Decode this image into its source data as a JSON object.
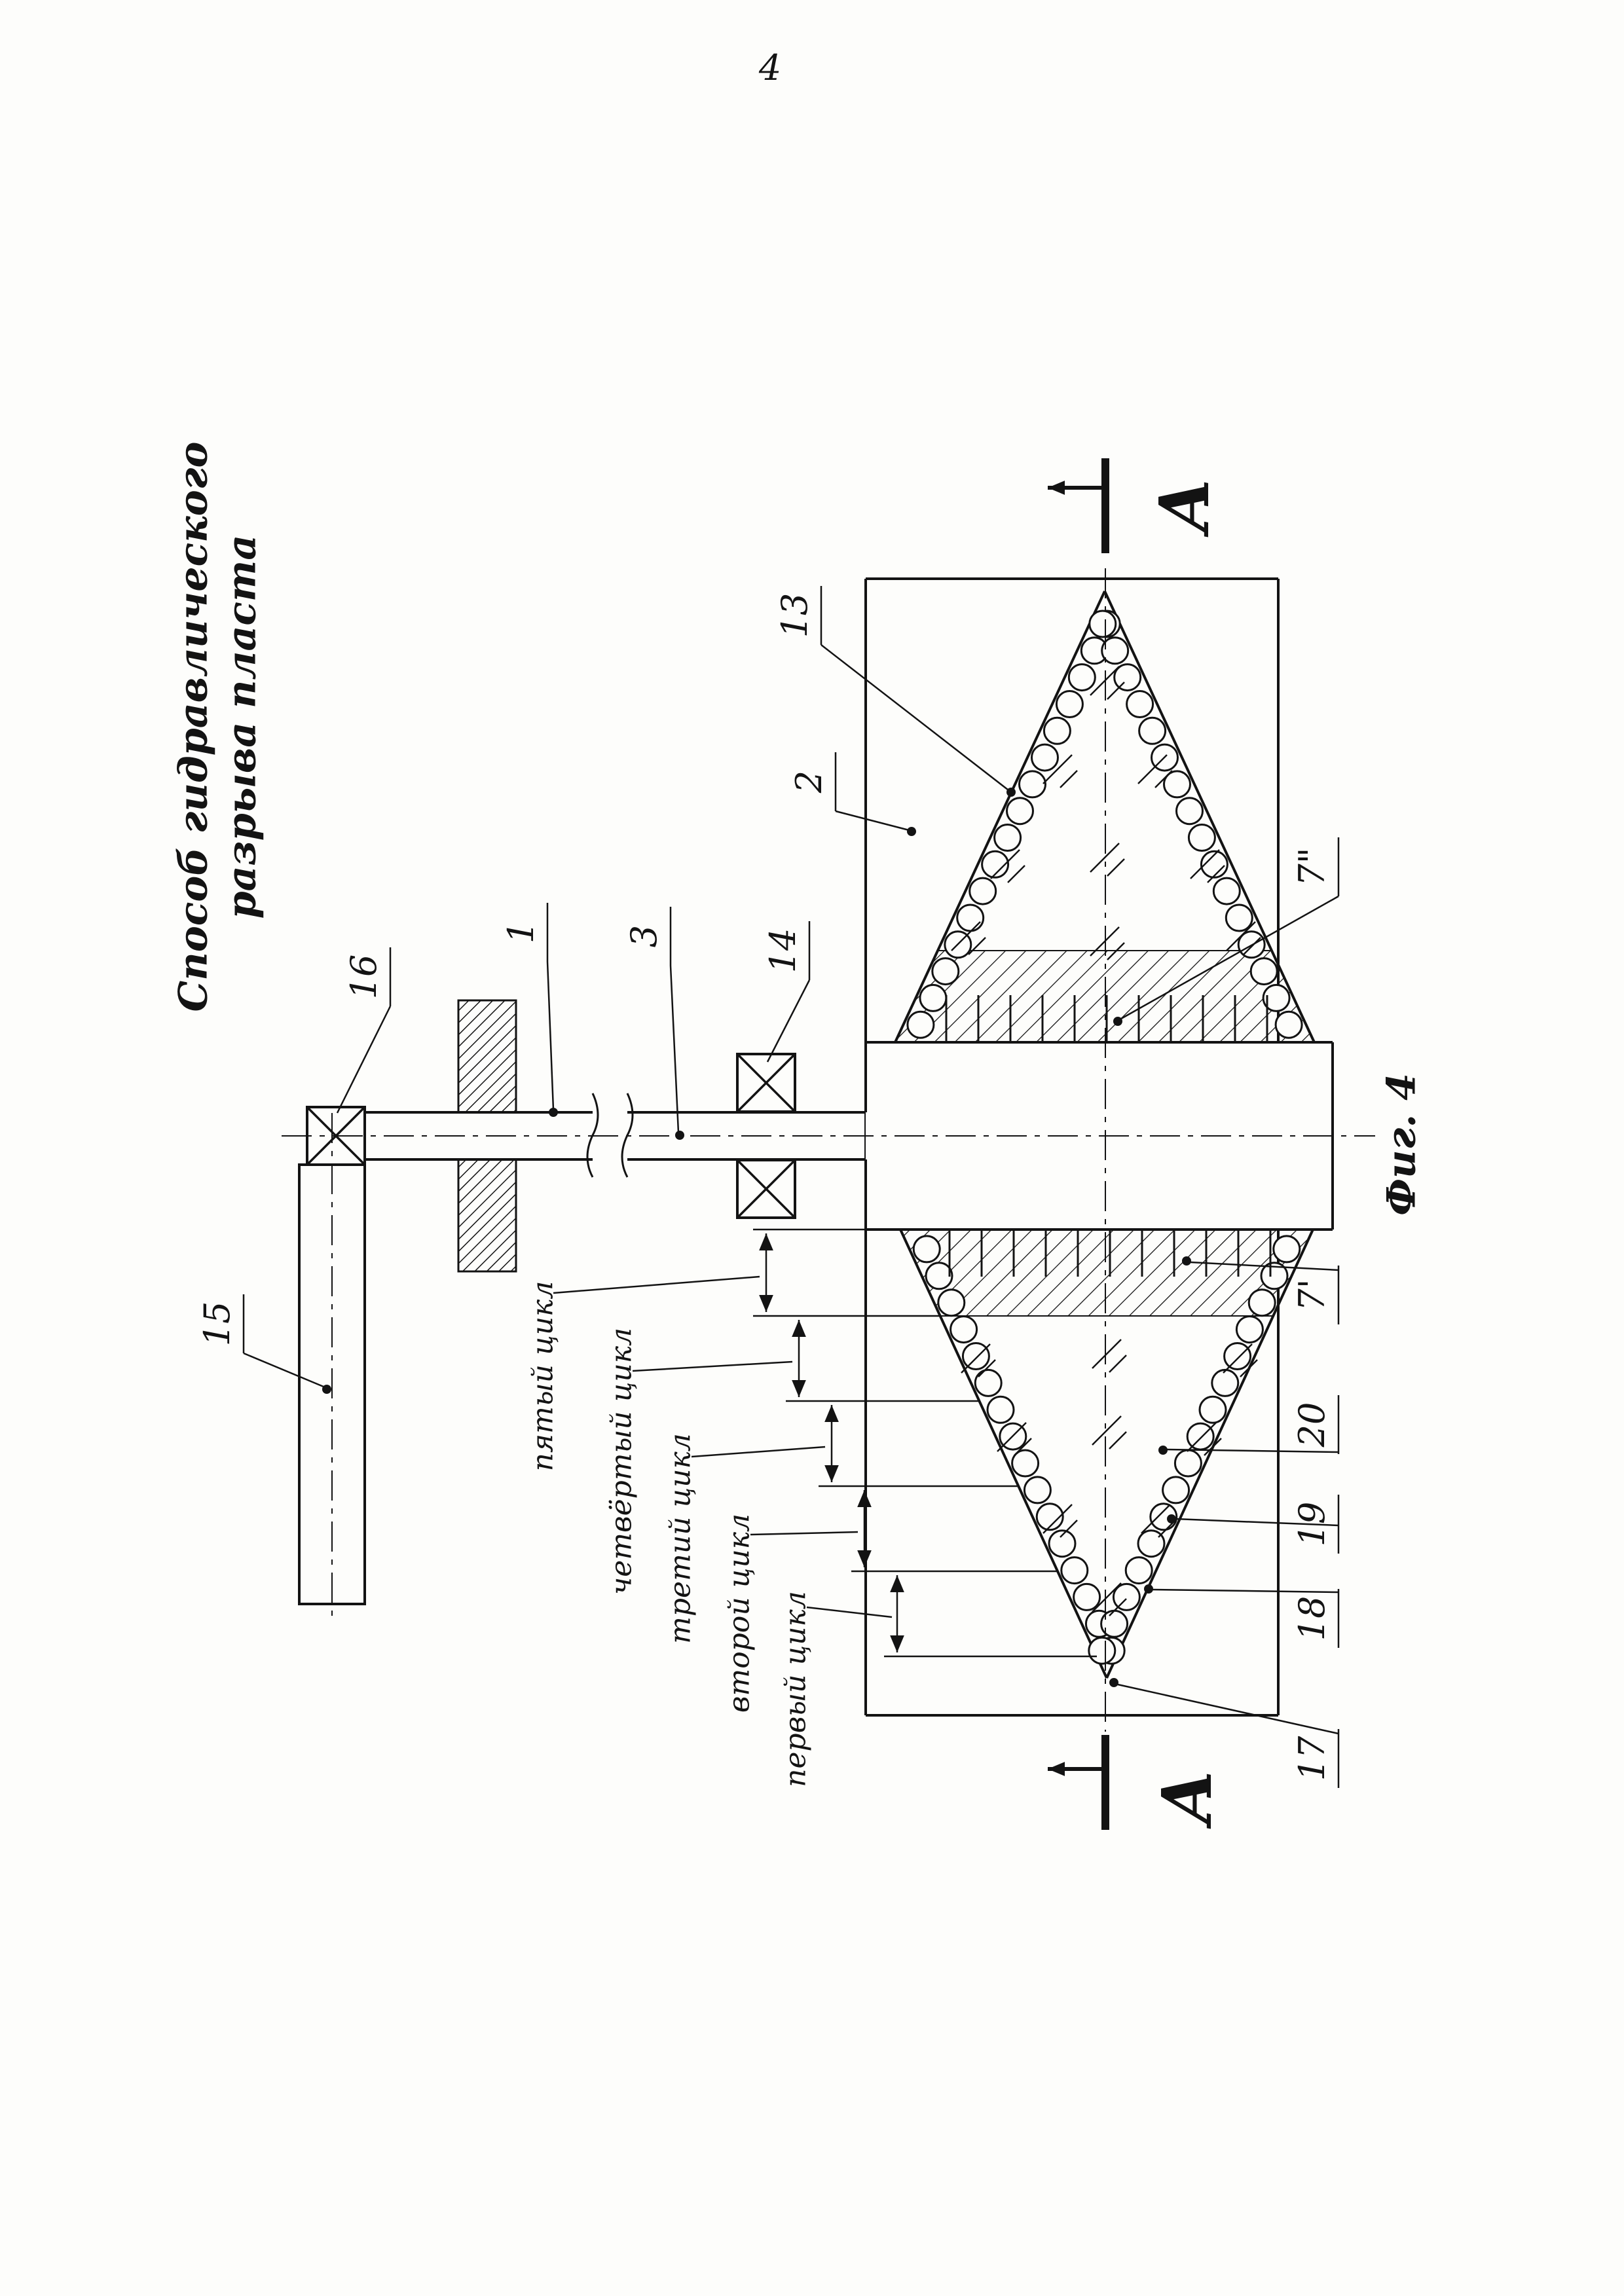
{
  "page": {
    "number": "4"
  },
  "title": {
    "line1": "Способ гидравлического",
    "line2": "разрыва пласта"
  },
  "figure": {
    "caption": "Фиг. 4"
  },
  "section_marks": {
    "top": "A",
    "bottom": "A"
  },
  "callouts": {
    "c1": "1",
    "c2": "2",
    "c3": "3",
    "c7_prime": "7'",
    "c7_dprime": "7\"",
    "c13": "13",
    "c14": "14",
    "c15": "15",
    "c16": "16",
    "c17": "17",
    "c18": "18",
    "c19": "19",
    "c20": "20"
  },
  "cycle_labels": [
    "пятый цикл",
    "четвёртый цикл",
    "третий цикл",
    "второй цикл",
    "первый цикл"
  ]
}
